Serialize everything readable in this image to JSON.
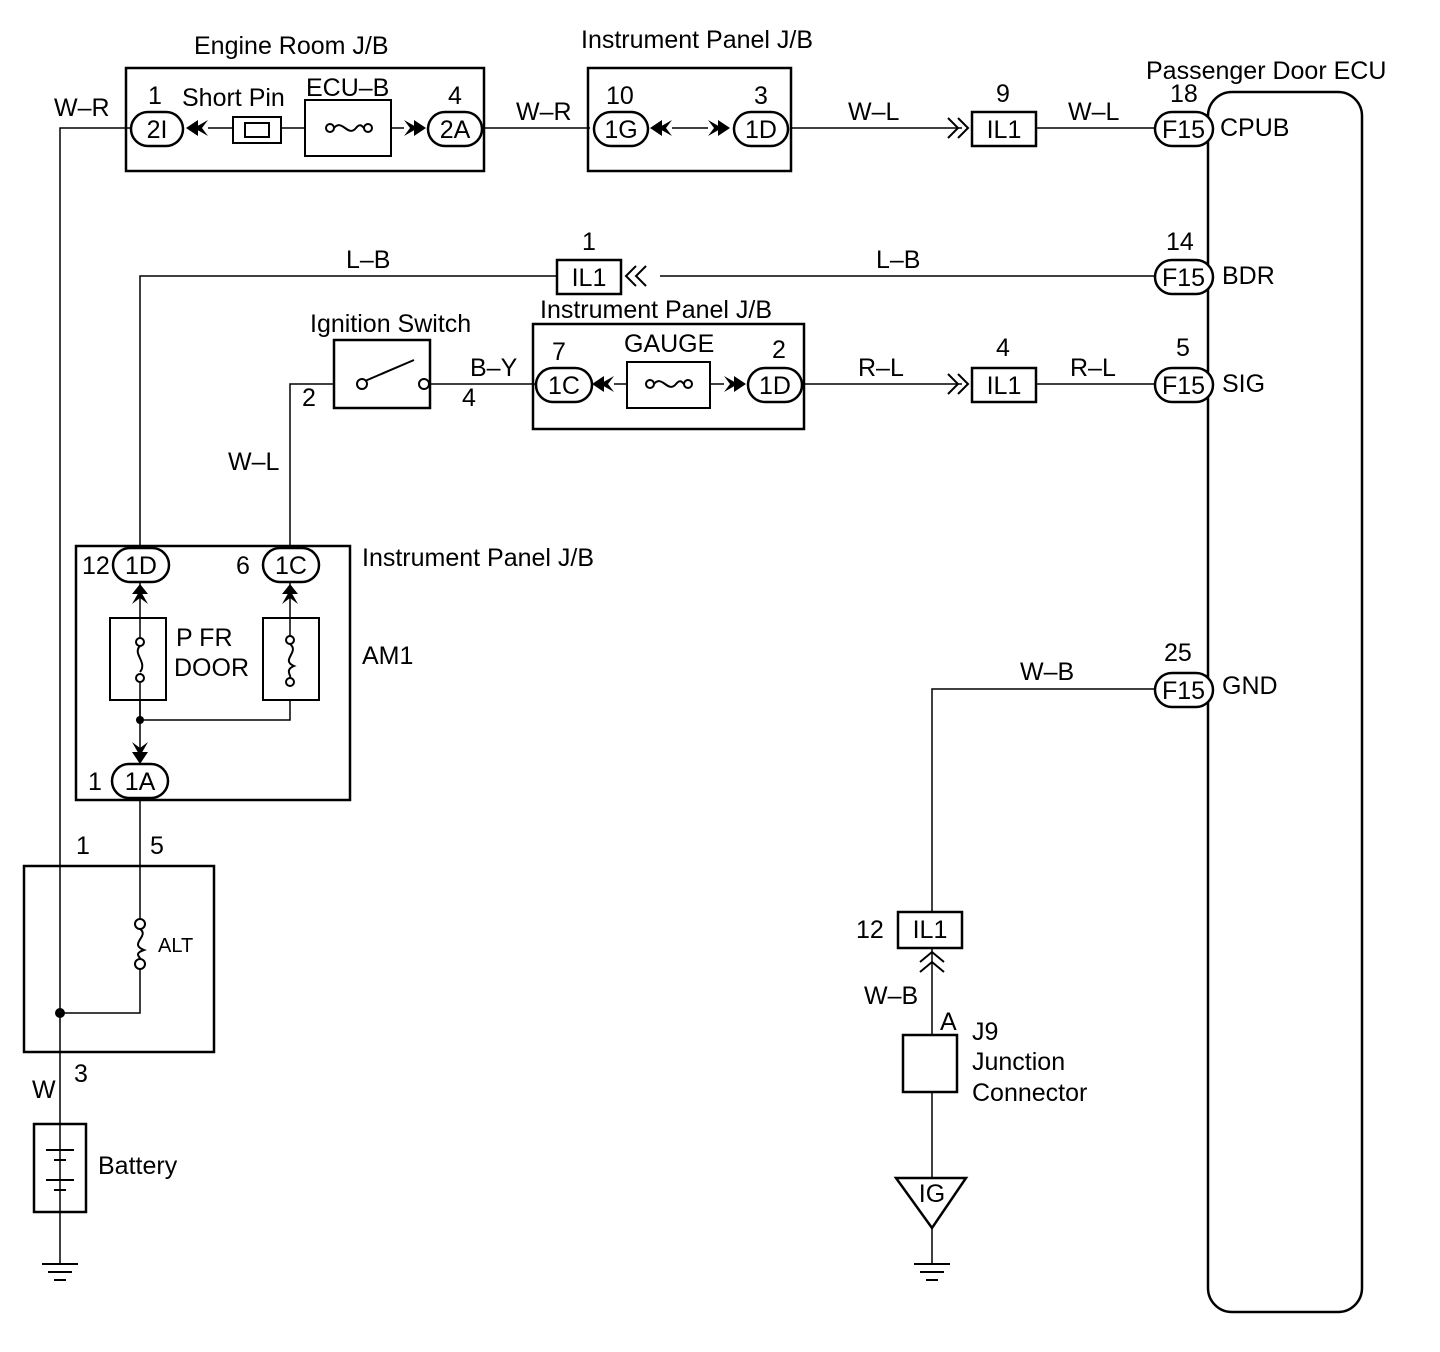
{
  "blocks": {
    "engine_room_jb": "Engine Room J/B",
    "instrument_panel_jb_top": "Instrument Panel J/B",
    "instrument_panel_jb_mid": "Instrument Panel J/B",
    "instrument_panel_jb_low": "Instrument Panel J/B",
    "passenger_door_ecu": "Passenger Door ECU",
    "ignition_switch": "Ignition Switch",
    "battery": "Battery",
    "j9": "J9",
    "junction": "Junction",
    "connector": "Connector"
  },
  "components": {
    "short_pin": "Short Pin",
    "ecu_b": "ECU–B",
    "gauge": "GAUGE",
    "pfr1": "P FR",
    "pfr2": "DOOR",
    "am1": "AM1",
    "alt": "ALT"
  },
  "connectors": {
    "c2i": "2I",
    "c2a": "2A",
    "c1g": "1G",
    "c1d_top": "1D",
    "il1_top": "IL1",
    "f15_cpub": "F15",
    "il1_bdr": "IL1",
    "f15_bdr": "F15",
    "c1c_gauge": "1C",
    "c1d_gauge": "1D",
    "il1_sig": "IL1",
    "f15_sig": "F15",
    "c1d_low": "1D",
    "c1c_low": "1C",
    "c1a": "1A",
    "f15_gnd": "F15",
    "il1_gnd": "IL1",
    "ig": "IG"
  },
  "pins": {
    "p2i": "1",
    "p2a": "4",
    "p1g": "10",
    "p1d_top": "3",
    "pil1_top": "9",
    "pcpub": "18",
    "pil1_bdr": "1",
    "pbdr": "14",
    "pign_in": "2",
    "pign_out": "4",
    "p1c_gauge": "7",
    "p1d_gauge": "2",
    "pil1_sig": "4",
    "psig": "5",
    "p1d_low": "12",
    "p1c_low": "6",
    "p1a": "1",
    "palt_1": "1",
    "palt_5": "5",
    "palt_3": "3",
    "pgnd": "25",
    "pil1_gnd": "12",
    "pj9": "A"
  },
  "terminals": {
    "cpub": "CPUB",
    "bdr": "BDR",
    "sig": "SIG",
    "gnd": "GND"
  },
  "wires": {
    "wr_left": "W–R",
    "wr_mid": "W–R",
    "wl_top1": "W–L",
    "wl_top2": "W–L",
    "lb_left": "L–B",
    "lb_right": "L–B",
    "by": "B–Y",
    "rl1": "R–L",
    "rl2": "R–L",
    "wl_ign": "W–L",
    "wb_top": "W–B",
    "wb_bot": "W–B",
    "w_batt": "W"
  }
}
